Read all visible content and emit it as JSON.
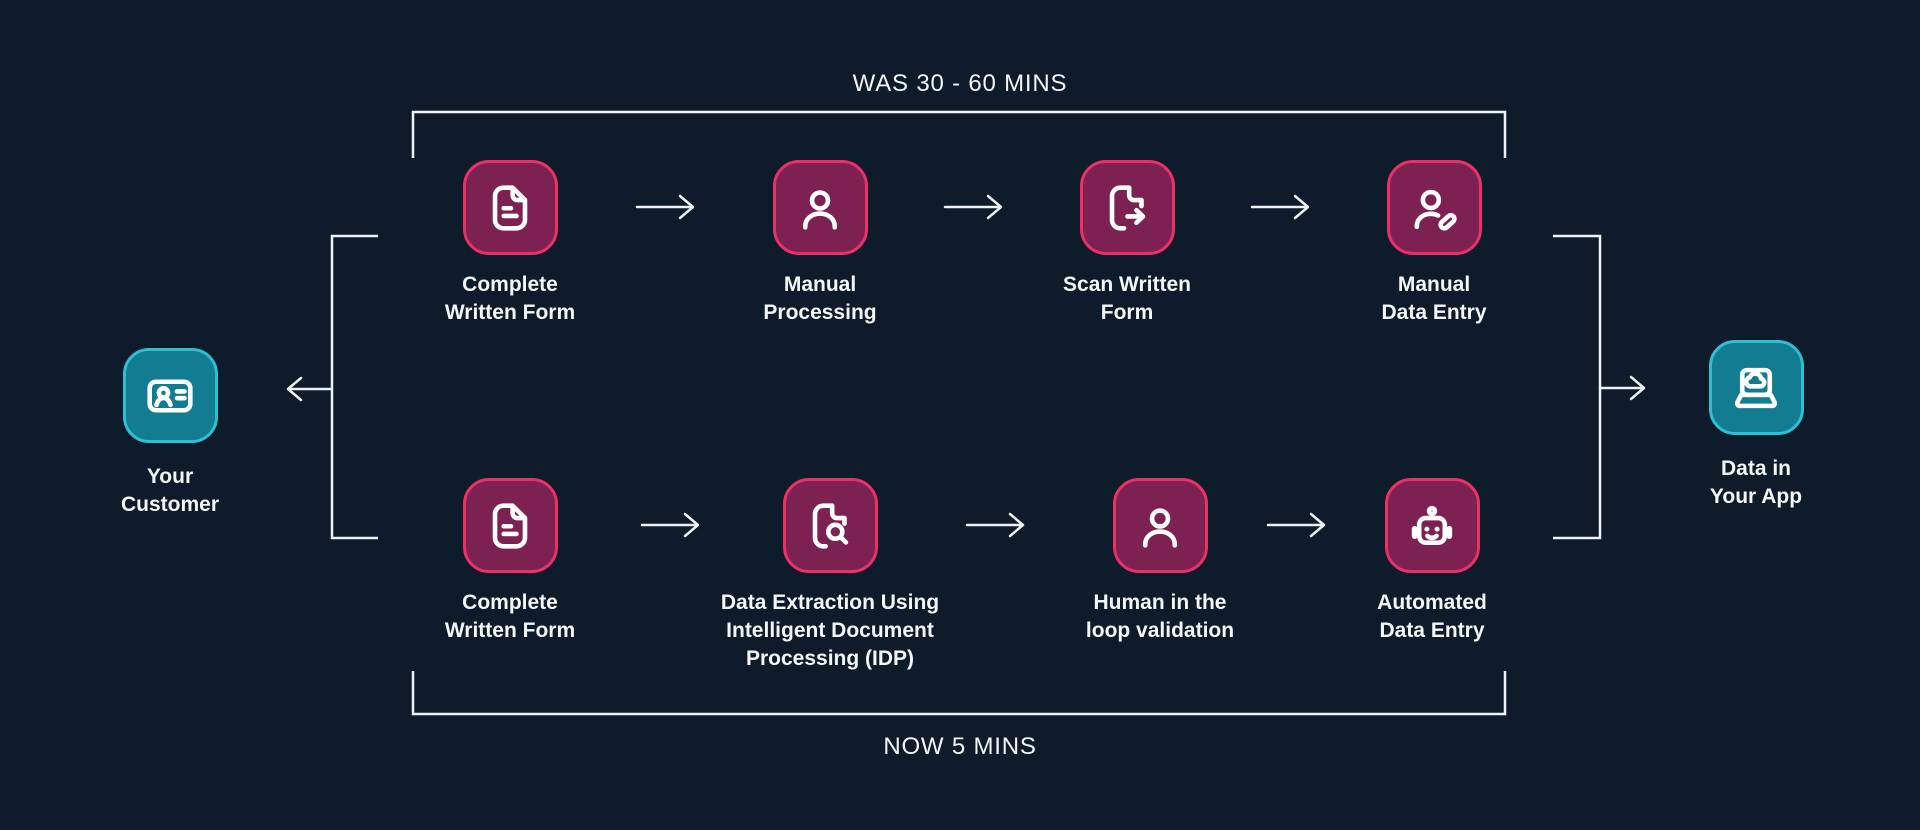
{
  "colors": {
    "background": "#0d1b2a",
    "process_tile_fill": "#7c2151",
    "process_tile_border": "#e93168",
    "endpoint_tile_fill": "#127c90",
    "endpoint_tile_border": "#2ebfd4",
    "connector": "#eef2f4",
    "text": "#f4f6f8"
  },
  "source_node": {
    "icon": "id-card-icon",
    "label": "Your\nCustomer"
  },
  "destination_node": {
    "icon": "laptop-cloud-icon",
    "label": "Data in\nYour App"
  },
  "manual_path": {
    "duration_label": "WAS 30 - 60 MINS",
    "steps": [
      {
        "icon": "document-icon",
        "label": "Complete\nWritten Form"
      },
      {
        "icon": "person-icon",
        "label": "Manual\nProcessing"
      },
      {
        "icon": "document-export-icon",
        "label": "Scan Written\nForm"
      },
      {
        "icon": "person-edit-icon",
        "label": "Manual\nData Entry"
      }
    ]
  },
  "automated_path": {
    "duration_label": "NOW 5 MINS",
    "steps": [
      {
        "icon": "document-icon",
        "label": "Complete\nWritten Form"
      },
      {
        "icon": "document-search-icon",
        "label": "Data Extraction Using\nIntelligent Document\nProcessing (IDP)"
      },
      {
        "icon": "person-icon",
        "label": "Human in the\nloop validation"
      },
      {
        "icon": "robot-icon",
        "label": "Automated\nData Entry"
      }
    ]
  }
}
